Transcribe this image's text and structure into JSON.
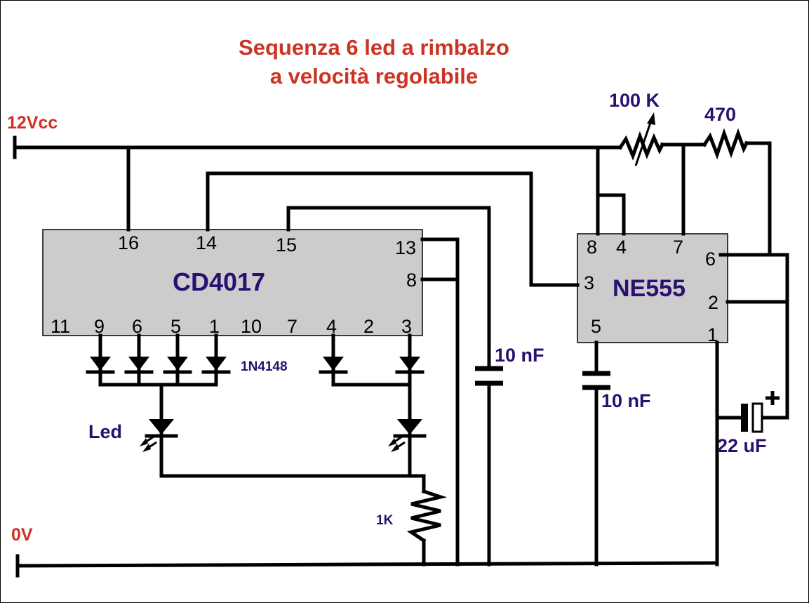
{
  "title": {
    "line1": "Sequenza 6 led a rimbalzo",
    "line2": "a velocità regolabile"
  },
  "colors": {
    "title": "#cc3322",
    "supply": "#cc3322",
    "component": "#2a1070",
    "chip_fill": "#cccccc",
    "wire": "#000000"
  },
  "supply": {
    "vcc": "12Vcc",
    "gnd": "0V"
  },
  "cd4017": {
    "name": "CD4017",
    "top_pins": [
      "16",
      "14",
      "15",
      "13",
      "8"
    ],
    "bottom_pins": [
      "11",
      "9",
      "6",
      "5",
      "1",
      "10",
      "7",
      "4",
      "2",
      "3"
    ]
  },
  "ne555": {
    "name": "NE555",
    "top_pins": [
      "8",
      "4",
      "7",
      "6"
    ],
    "side_pins": [
      "3",
      "2",
      "5",
      "1"
    ]
  },
  "components": {
    "diode": "1N4148",
    "led": "Led",
    "r_load": "1K",
    "pot": "100 K",
    "r_timing": "470",
    "c1": "10 nF",
    "c2": "10 nF",
    "c_elec": "22 uF"
  }
}
